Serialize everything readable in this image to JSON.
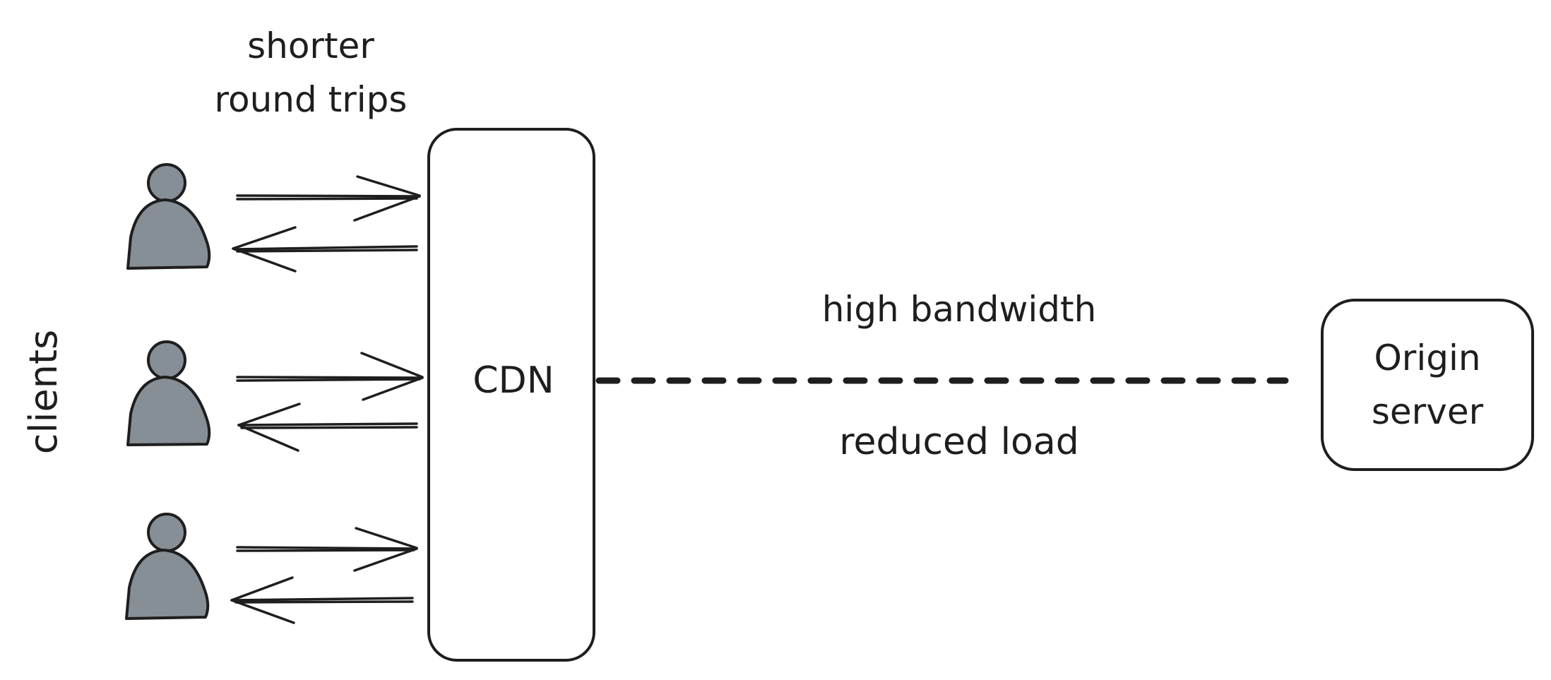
{
  "labels": {
    "round_trips_line1": "shorter",
    "round_trips_line2": "round trips",
    "clients": "clients",
    "cdn": "CDN",
    "bandwidth": "high bandwidth",
    "load": "reduced load",
    "origin_line1": "Origin",
    "origin_line2": "server"
  },
  "colors": {
    "stroke": "#1e1e1e",
    "person_fill": "#868e96",
    "background": "#ffffff"
  },
  "icons": {
    "client": "person-icon"
  }
}
